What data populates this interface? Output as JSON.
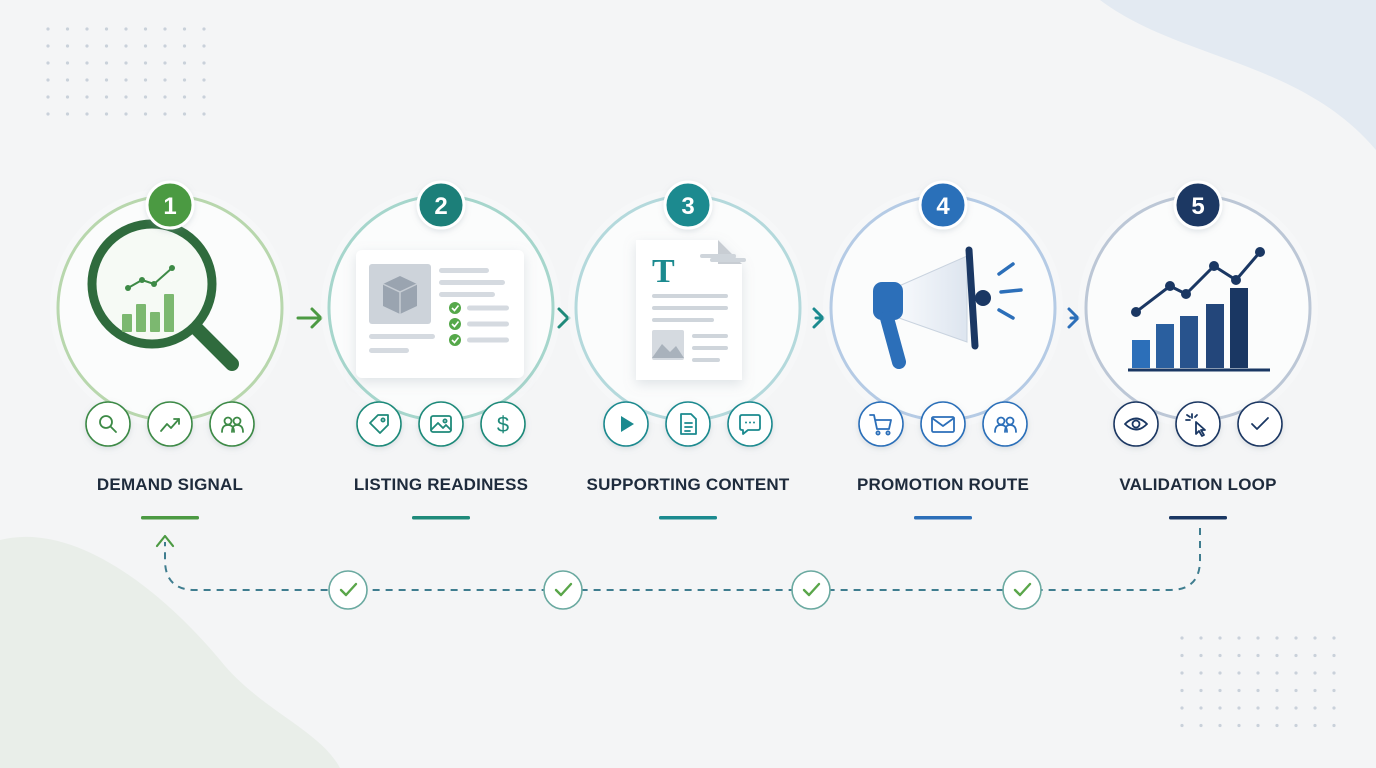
{
  "colors": {
    "green": "#4c9a43",
    "dark_green": "#2f6b3d",
    "teal": "#1f8a7a",
    "teal_dark": "#1b7f79",
    "sea": "#1b8a8f",
    "blue": "#2c6fb9",
    "navy": "#1a3763",
    "check_green": "#5aa64a"
  },
  "steps": [
    {
      "number": "1",
      "label": "DEMAND SIGNAL",
      "icons": [
        "search-icon",
        "trend-up-icon",
        "users-icon"
      ],
      "main_icon": "magnifier-chart-icon"
    },
    {
      "number": "2",
      "label": "LISTING READINESS",
      "icons": [
        "tag-icon",
        "image-icon",
        "dollar-icon"
      ],
      "main_icon": "product-listing-icon"
    },
    {
      "number": "3",
      "label": "SUPPORTING CONTENT",
      "icons": [
        "play-icon",
        "document-icon",
        "chat-icon"
      ],
      "main_icon": "document-page-icon"
    },
    {
      "number": "4",
      "label": "PROMOTION ROUTE",
      "icons": [
        "cart-icon",
        "mail-icon",
        "users-icon"
      ],
      "main_icon": "megaphone-icon"
    },
    {
      "number": "5",
      "label": "VALIDATION LOOP",
      "icons": [
        "eye-icon",
        "cursor-click-icon",
        "check-icon"
      ],
      "main_icon": "bar-line-chart-icon"
    }
  ],
  "feedback_checkpoints": 4
}
